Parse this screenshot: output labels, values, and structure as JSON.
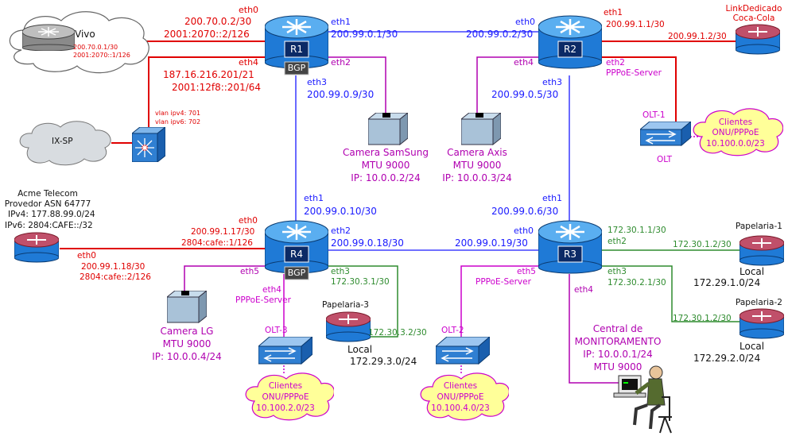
{
  "routers": {
    "r1": {
      "name": "R1",
      "proto": "BGP"
    },
    "r2": {
      "name": "R2"
    },
    "r3": {
      "name": "R3"
    },
    "r4": {
      "name": "R4",
      "proto": "BGP"
    }
  },
  "vivo": {
    "name": "Vivo",
    "ipv4": "200.70.0.1/30",
    "ipv6": "2001:2070::1/126",
    "r1_if": "eth0",
    "r1_ipv4": "200.70.0.2/30",
    "r1_ipv6": "2001:2070::2/126"
  },
  "r1_r2": {
    "r1_if": "eth1",
    "r1_ip": "200.99.0.1/30",
    "r2_if": "eth0",
    "r2_ip": "200.99.0.2/30"
  },
  "ixsp": {
    "name": "IX-SP",
    "r1_if": "eth4",
    "r1_ipv4": "187.16.216.201/21",
    "r1_ipv6": "2001:12f8::201/64",
    "vlan4": "vlan ipv4: 701",
    "vlan6": "vlan ipv6: 702"
  },
  "r1_eth2": "eth2",
  "r1_r4": {
    "r1_if": "eth3",
    "r1_ip": "200.99.0.9/30",
    "r4_if": "eth1",
    "r4_ip": "200.99.0.10/30"
  },
  "camera_samsung": {
    "name": "Camera SamSung",
    "mtu": "MTU 9000",
    "ip": "IP: 10.0.0.2/24"
  },
  "camera_axis": {
    "name": "Camera Axis",
    "mtu": "MTU 9000",
    "ip": "IP: 10.0.0.3/24"
  },
  "r2_eth4": "eth4",
  "coca": {
    "name_line1": "LinkDedicado",
    "name_line2": "Coca-Cola",
    "r2_if": "eth1",
    "r2_ip": "200.99.1.1/30",
    "remote_ip": "200.99.1.2/30"
  },
  "r2_pppoe": {
    "if": "eth2",
    "label": "PPPoE-Server"
  },
  "olt1": {
    "name": "OLT-1",
    "type": "OLT",
    "cloud1": "Clientes",
    "cloud2": "ONU/PPPoE",
    "cloud3": "10.100.0.0/23"
  },
  "r2_r3": {
    "r2_if": "eth3",
    "r2_ip": "200.99.0.5/30",
    "r3_if": "eth1",
    "r3_ip": "200.99.0.6/30"
  },
  "r4_r3": {
    "r4_if": "eth2",
    "r4_ip": "200.99.0.18/30",
    "r3_if": "eth0",
    "r3_ip": "200.99.0.19/30"
  },
  "acme": {
    "line1": "Acme Telecom",
    "line2": "Provedor ASN 64777",
    "line3": "IPv4: 177.88.99.0/24",
    "line4": "IPv6: 2804:CAFE::/32",
    "r4_if": "eth0",
    "r4_ipv4": "200.99.1.17/30",
    "r4_ipv6": "2804:cafe::1/126",
    "acme_if": "eth0",
    "acme_ipv4": "200.99.1.18/30",
    "acme_ipv6": "2804:cafe::2/126"
  },
  "camera_lg": {
    "r4_if": "eth5",
    "name": "Camera LG",
    "mtu": "MTU 9000",
    "ip": "IP: 10.0.0.4/24"
  },
  "r4_pppoe": {
    "if": "eth4",
    "label": "PPPoE-Server"
  },
  "papelaria3": {
    "name": "Papelaria-3",
    "r4_if": "eth3",
    "r4_ip": "172.30.3.1/30",
    "remote_ip": "172.30.3.2/30",
    "local_label": "Local",
    "local_net": "172.29.3.0/24"
  },
  "olt3": {
    "name": "OLT-3",
    "cloud1": "Clientes",
    "cloud2": "ONU/PPPoE",
    "cloud3": "10.100.2.0/23"
  },
  "r3_pppoe": {
    "if": "eth5",
    "label": "PPPoE-Server"
  },
  "olt2": {
    "name": "OLT-2",
    "cloud1": "Clientes",
    "cloud2": "ONU/PPPoE",
    "cloud3": "10.100.4.0/23"
  },
  "papelaria1": {
    "name": "Papelaria-1",
    "r3_if": "eth2",
    "r3_ip": "172.30.1.1/30",
    "remote_ip": "172.30.1.2/30",
    "local_label": "Local",
    "local_net": "172.29.1.0/24"
  },
  "papelaria2": {
    "name": "Papelaria-2",
    "r3_if": "eth3",
    "r3_ip": "172.30.2.1/30",
    "remote_ip": "172.30.1.2/30",
    "local_label": "Local",
    "local_net": "172.29.2.0/24"
  },
  "monitor": {
    "r3_if": "eth4",
    "line1": "Central de",
    "line2": "MONITORAMENTO",
    "ip": "IP: 10.0.0.1/24",
    "mtu": "MTU 9000"
  },
  "colors": {
    "wan": "#e00000",
    "backbone": "#1a1aff",
    "camera": "#b000b0",
    "branch": "#2e8b2e",
    "pppoe": "#cc00cc"
  }
}
